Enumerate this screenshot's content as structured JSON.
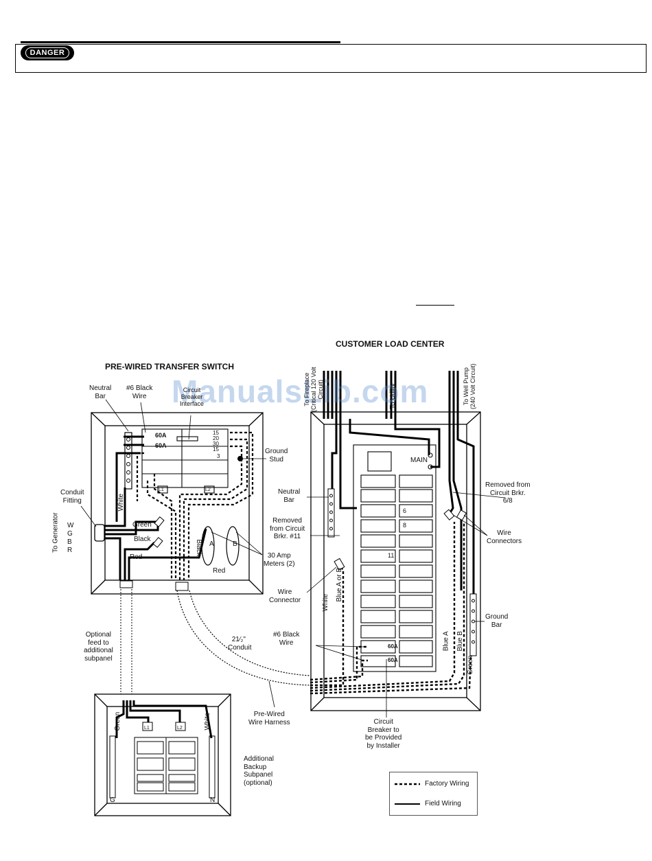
{
  "header": {
    "danger_label": "DANGER"
  },
  "watermark": "ManualsLib.com",
  "diagram": {
    "title_transfer_switch": "PRE-WIRED TRANSFER SWITCH",
    "title_load_center": "CUSTOMER LOAD CENTER",
    "labels": {
      "neutral_bar_left": "Neutral\nBar",
      "black_wire_6": "#6 Black\nWire",
      "circuit_breaker_interface": "Circuit\nBreaker\nInterface",
      "ground_stud": "Ground\nStud",
      "conduit_fitting": "Conduit\nFitting",
      "to_generator": "To Generator",
      "wgbr": [
        "W",
        "G",
        "B",
        "R"
      ],
      "white_ts": "White",
      "green_ts": "Green",
      "black_ts": "Black",
      "red_ts": "Red",
      "black_vertical": "Black",
      "red_bottom": "Red",
      "meter_a": "A",
      "meter_b": "B",
      "amp_meters": "30 Amp\nMeters (2)",
      "optional_feed": "Optional\nfeed to\nadditional\nsubpanel",
      "conduit_size": "21⁄₂\" \nConduit",
      "pre_wired_harness": "Pre-Wired\nWire Harness",
      "additional_subpanel": "Additional\nBackup\nSubpanel\n(optional)",
      "neutral_bar_right": "Neutral\nBar",
      "removed_11": "Removed\nfrom Circuit\nBrkr. #11",
      "wire_connector": "Wire\nConnector",
      "white_lc": "White",
      "blue_a_or_b": "Blue A or B",
      "black_wire_6_lc": "#6 Black\nWire",
      "circuit_breaker_installer": "Circuit\nBreaker to\nbe Provided\nby Installer",
      "removed_6_8": "Removed from\nCircuit Brkr.\n6/8",
      "wire_connectors": "Wire\nConnectors",
      "ground_bar": "Ground\nBar",
      "blue_a": "Blue A",
      "blue_b": "Blue B",
      "green_lc": "Green",
      "main": "MAIN",
      "to_fireplace": "To Fireplace\n(Critical 120 Volt\nCircuit)",
      "to_utility": "To Utility",
      "to_well_pump": "To Well Pump\n(240 Volt Circuit)",
      "sub_green": "Green",
      "sub_white": "White",
      "sub_g": "G",
      "sub_n": "N",
      "sub_l1": "L1",
      "sub_l2": "L2",
      "ts_l1": "L1",
      "ts_l2": "L2",
      "breaker_60a_1": "60A",
      "breaker_60a_2": "60A",
      "lc_60a_1": "60A",
      "lc_60a_2": "60A",
      "brk_6": "6",
      "brk_8": "8",
      "brk_11": "11",
      "ts_15a": "15",
      "ts_20": "20",
      "ts_30": "30",
      "ts_15b": "15",
      "ts_3": "3"
    },
    "legend": {
      "factory": "Factory Wiring",
      "field": "Field Wiring"
    }
  }
}
